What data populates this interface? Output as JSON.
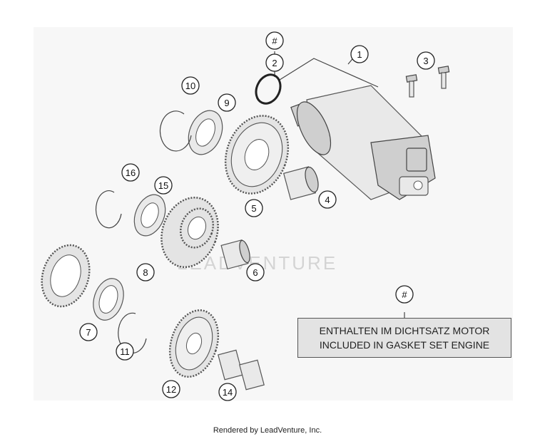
{
  "callouts": {
    "hash_top": "#",
    "c1": "1",
    "c2": "2",
    "c3": "3",
    "c4": "4",
    "c5": "5",
    "c6": "6",
    "c7": "7",
    "c8": "8",
    "c9": "9",
    "c10": "10",
    "c11": "11",
    "c12": "12",
    "c14": "14",
    "c15": "15",
    "c16": "16",
    "hash_note": "#"
  },
  "watermark": "LEADVENTURE",
  "note": {
    "line1": "ENTHALTEN IM DICHTSATZ MOTOR",
    "line2": "INCLUDED IN GASKET SET ENGINE"
  },
  "footer": "Rendered by LeadVenture, Inc."
}
